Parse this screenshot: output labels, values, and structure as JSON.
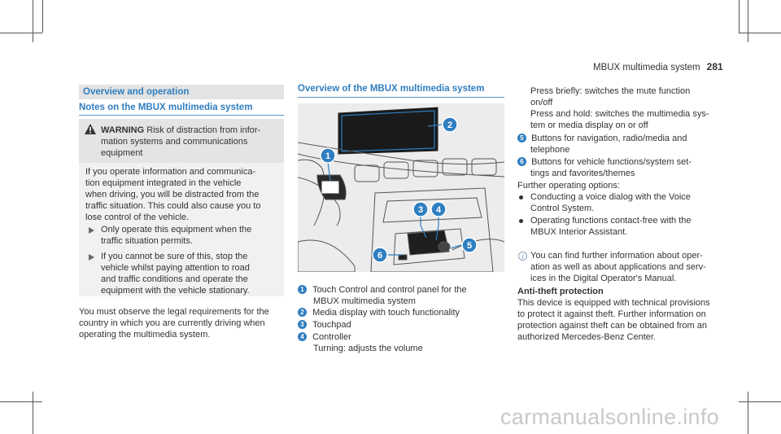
{
  "header": {
    "running_title": "MBUX multimedia system",
    "page_number": "281"
  },
  "left": {
    "section_bar": "Overview and operation",
    "heading": "Notes on the MBUX multimedia system",
    "warning": {
      "title": "WARNING",
      "lines": [
        "Risk of distraction from infor-",
        "mation systems and communications",
        "equipment"
      ],
      "body": [
        "If you operate information and communica-",
        "tion equipment integrated in the vehicle",
        "when driving, you will be distracted from the",
        "traffic situation. This could also cause you to",
        "lose control of the vehicle."
      ],
      "step1": [
        "Only operate this equipment when the",
        "traffic situation permits."
      ],
      "step2": [
        "If you cannot be sure of this, stop the",
        "vehicle whilst paying attention to road",
        "and traffic conditions and operate the",
        "equipment with the vehicle stationary."
      ]
    },
    "paragraph": [
      "You must observe the legal requirements for the",
      "country in which you are currently driving when",
      "operating the multimedia system."
    ]
  },
  "middle": {
    "heading": "Overview of the MBUX multimedia system",
    "callouts": [
      "1",
      "2",
      "3",
      "4",
      "5",
      "6"
    ],
    "legend": [
      {
        "num": "1",
        "lines": [
          "Touch Control and control panel for the",
          "MBUX multimedia system"
        ]
      },
      {
        "num": "2",
        "lines": [
          "Media display with touch functionality"
        ]
      },
      {
        "num": "3",
        "lines": [
          "Touchpad"
        ]
      },
      {
        "num": "4",
        "lines": [
          "Controller",
          "Turning: adjusts the volume"
        ]
      }
    ]
  },
  "right": {
    "cont_lines": [
      "Press briefly: switches the mute function",
      "on/off",
      "Press and hold: switches the multimedia sys-",
      "tem or media display on or off"
    ],
    "item5": {
      "num": "5",
      "lines": [
        "Buttons for navigation, radio/media and",
        "telephone"
      ]
    },
    "item6": {
      "num": "6",
      "lines": [
        "Buttons for vehicle functions/system set-",
        "tings and favorites/themes"
      ]
    },
    "further": "Further operating options:",
    "bullets": [
      [
        "Conducting a voice dialog with the Voice",
        "Control System."
      ],
      [
        "Operating functions contact-free with the",
        "MBUX Interior Assistant."
      ]
    ],
    "info": [
      "You can find further information about oper-",
      "ation as well as about applications and serv-",
      "ices in the Digital Operator's Manual."
    ],
    "anti_theft_title": "Anti-theft protection",
    "anti_theft": [
      "This device is equipped with technical provisions",
      "to protect it against theft. Further information on",
      "protection against theft can be obtained from an",
      "authorized Mercedes-Benz Center."
    ]
  },
  "footer": {
    "watermark": "carmanualsonline.info"
  }
}
